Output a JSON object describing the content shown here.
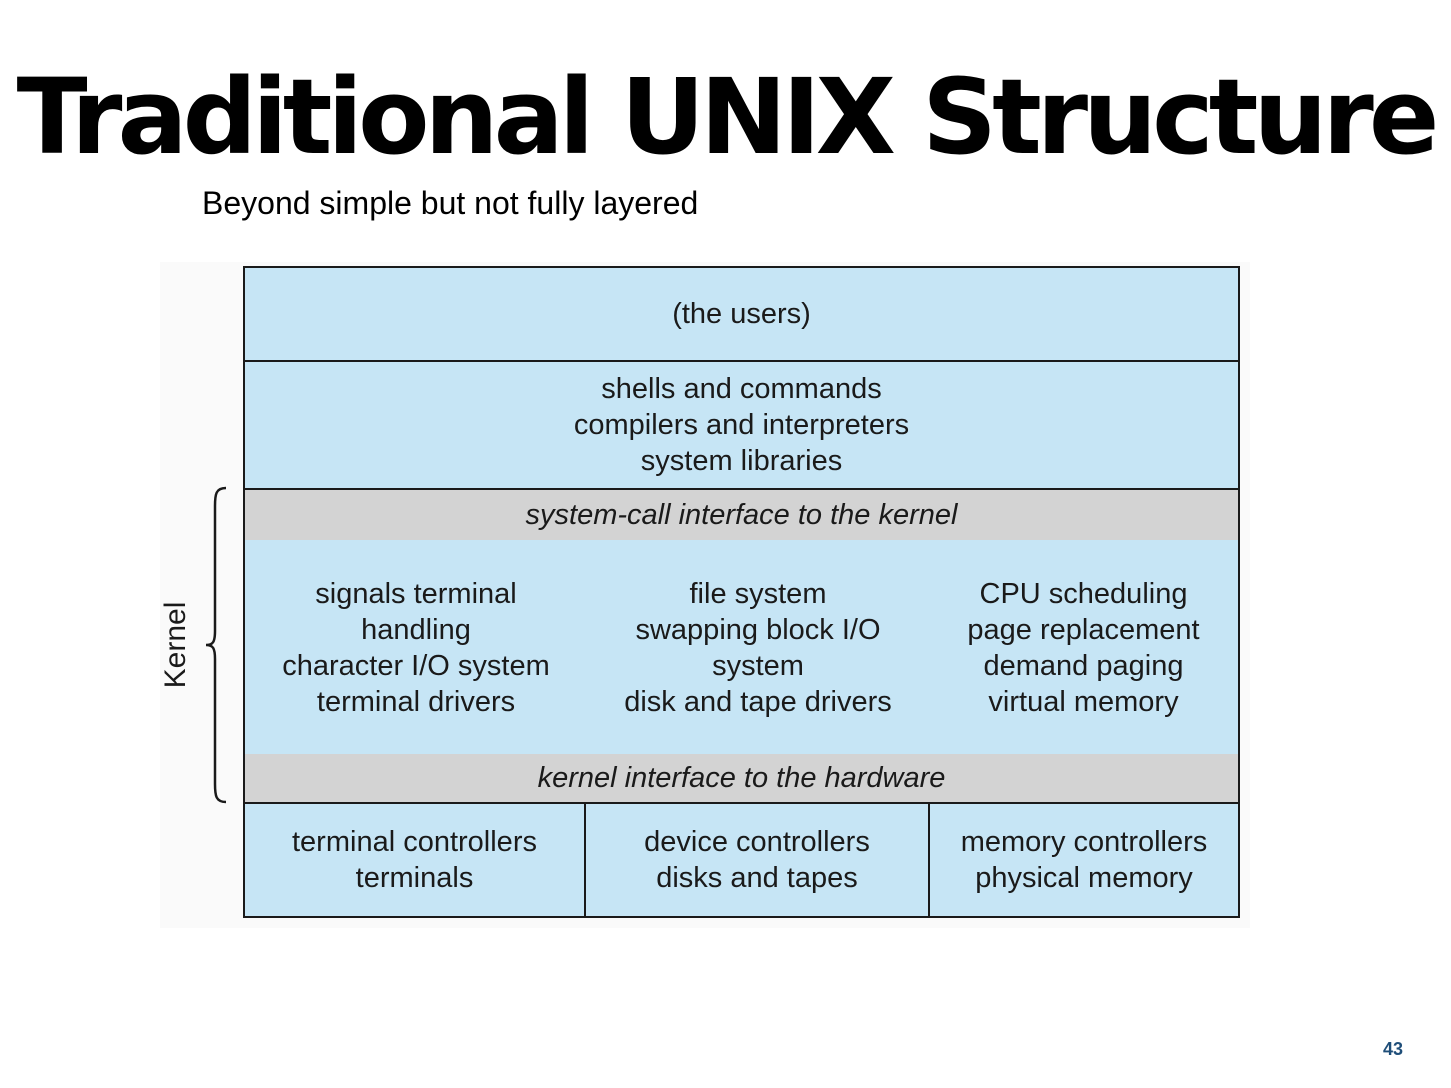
{
  "slide": {
    "title": "Traditional UNIX Structure",
    "subtitle": "Beyond simple but not fully layered",
    "page_number": "43"
  },
  "diagram": {
    "users_layer": "(the users)",
    "shells_layer": [
      "shells and commands",
      "compilers and interpreters",
      "system libraries"
    ],
    "syscall_interface": "system-call interface to the kernel",
    "kernel_columns": [
      [
        "signals terminal",
        "handling",
        "character I/O system",
        "terminal drivers"
      ],
      [
        "file system",
        "swapping block I/O",
        "system",
        "disk and tape drivers"
      ],
      [
        "CPU scheduling",
        "page replacement",
        "demand paging",
        "virtual memory"
      ]
    ],
    "hardware_interface": "kernel interface to the hardware",
    "controller_columns": [
      [
        "terminal controllers",
        "terminals"
      ],
      [
        "device controllers",
        "disks and tapes"
      ],
      [
        "memory controllers",
        "physical memory"
      ]
    ],
    "kernel_label": "Kernel"
  },
  "colors": {
    "layer_fill": "#c6e5f5",
    "interface_fill": "#d3d3d3",
    "border": "#1a1a1a",
    "page_number": "#1f4e79"
  }
}
